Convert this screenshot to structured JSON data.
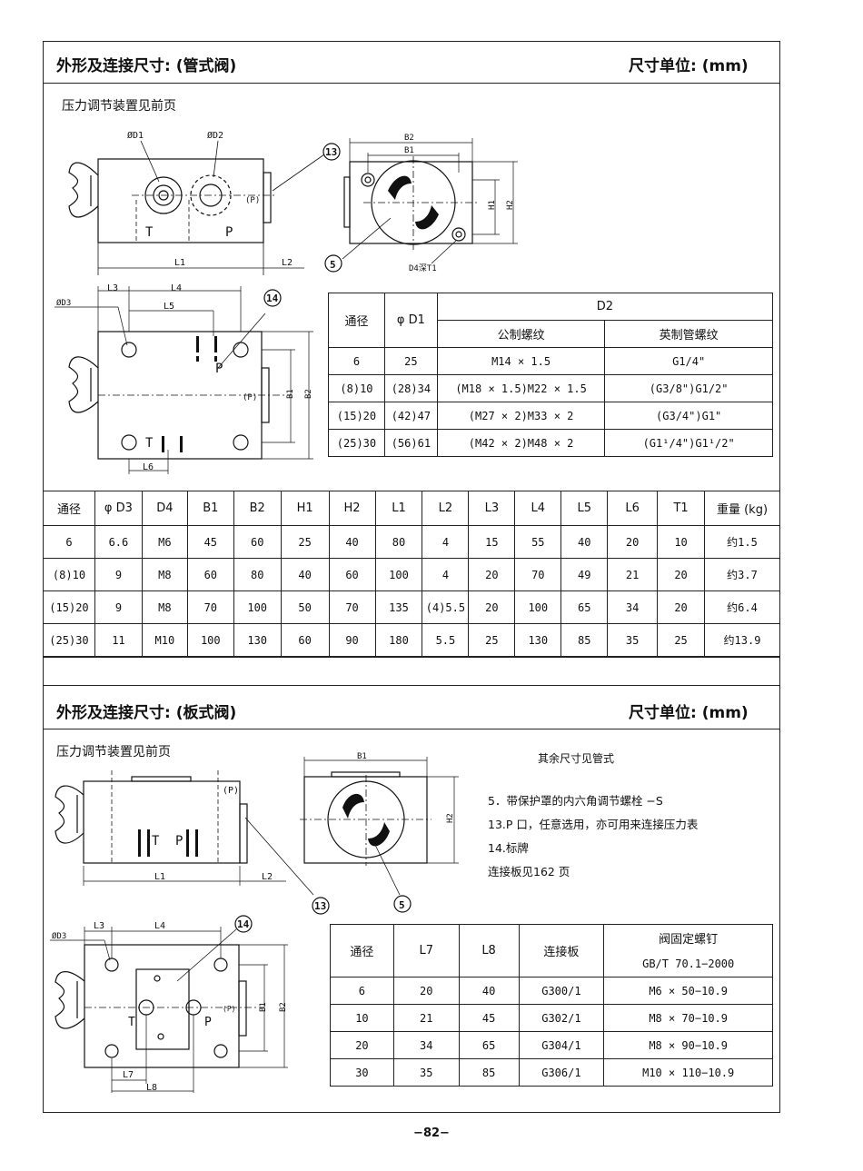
{
  "section1": {
    "title": "外形及连接尺寸: (管式阀)",
    "unit": "尺寸单位: (mm)",
    "note": "压力调节装置见前页",
    "drawing_labels": {
      "phiD1": "ØD1",
      "phiD2": "ØD2",
      "phiD3": "ØD3",
      "T": "T",
      "P": "P",
      "Pport": "(P)",
      "L1": "L1",
      "L2": "L2",
      "L3": "L3",
      "L4": "L4",
      "L5": "L5",
      "L6": "L6",
      "B1": "B1",
      "B2": "B2",
      "H1": "H1",
      "H2": "H2",
      "D4T1": "D4深T1",
      "c13": "13",
      "c14": "14",
      "c5": "5"
    },
    "d2_table": {
      "col_size": "通径",
      "col_d1": "φ D1",
      "col_d2": "D2",
      "col_metric": "公制螺纹",
      "col_imperial": "英制管螺纹",
      "rows": [
        {
          "size": "6",
          "d1": "25",
          "metric": "M14 × 1.5",
          "imperial": "G1/4\""
        },
        {
          "size": "(8)10",
          "d1": "(28)34",
          "metric": "(M18 × 1.5)M22 × 1.5",
          "imperial": "(G3/8\")G1/2\""
        },
        {
          "size": "(15)20",
          "d1": "(42)47",
          "metric": "(M27 × 2)M33 × 2",
          "imperial": "(G3/4\")G1\""
        },
        {
          "size": "(25)30",
          "d1": "(56)61",
          "metric": "(M42 × 2)M48 × 2",
          "imperial": "(G1¹/4\")G1¹/2\""
        }
      ]
    },
    "dim_table": {
      "headers": [
        "通径",
        "φ D3",
        "D4",
        "B1",
        "B2",
        "H1",
        "H2",
        "L1",
        "L2",
        "L3",
        "L4",
        "L5",
        "L6",
        "T1",
        "重量 (kg)"
      ],
      "rows": [
        [
          "6",
          "6.6",
          "M6",
          "45",
          "60",
          "25",
          "40",
          "80",
          "4",
          "15",
          "55",
          "40",
          "20",
          "10",
          "约1.5"
        ],
        [
          "(8)10",
          "9",
          "M8",
          "60",
          "80",
          "40",
          "60",
          "100",
          "4",
          "20",
          "70",
          "49",
          "21",
          "20",
          "约3.7"
        ],
        [
          "(15)20",
          "9",
          "M8",
          "70",
          "100",
          "50",
          "70",
          "135",
          "(4)5.5",
          "20",
          "100",
          "65",
          "34",
          "20",
          "约6.4"
        ],
        [
          "(25)30",
          "11",
          "M10",
          "100",
          "130",
          "60",
          "90",
          "180",
          "5.5",
          "25",
          "130",
          "85",
          "35",
          "25",
          "约13.9"
        ]
      ]
    }
  },
  "section2": {
    "title": "外形及连接尺寸: (板式阀)",
    "unit": "尺寸单位: (mm)",
    "note": "压力调节装置见前页",
    "other_dims": "其余尺寸见管式",
    "legend": [
      "5．带保护罩的内六角调节螺栓 −S",
      "13.P 口，任意选用，亦可用来连接压力表",
      "14.标牌",
      "连接板见162 页"
    ],
    "drawing_labels": {
      "phiD3": "ØD3",
      "T": "T",
      "P": "P",
      "Pport": "(P)",
      "L1": "L1",
      "L2": "L2",
      "L3": "L3",
      "L4": "L4",
      "L7": "L7",
      "L8": "L8",
      "B1": "B1",
      "B2": "B2",
      "H2": "H2",
      "c13": "13",
      "c14": "14",
      "c5": "5"
    },
    "bolt_table": {
      "col_size": "通径",
      "col_l7": "L7",
      "col_l8": "L8",
      "col_plate": "连接板",
      "col_bolt": "阀固定螺钉",
      "col_bolt_std": "GB/T 70.1−2000",
      "rows": [
        {
          "size": "6",
          "l7": "20",
          "l8": "40",
          "plate": "G300/1",
          "bolt": "M6 × 50−10.9"
        },
        {
          "size": "10",
          "l7": "21",
          "l8": "45",
          "plate": "G302/1",
          "bolt": "M8 × 70−10.9"
        },
        {
          "size": "20",
          "l7": "34",
          "l8": "65",
          "plate": "G304/1",
          "bolt": "M8 × 90−10.9"
        },
        {
          "size": "30",
          "l7": "35",
          "l8": "85",
          "plate": "G306/1",
          "bolt": "M10 × 110−10.9"
        }
      ]
    }
  },
  "page_number": "−82−"
}
